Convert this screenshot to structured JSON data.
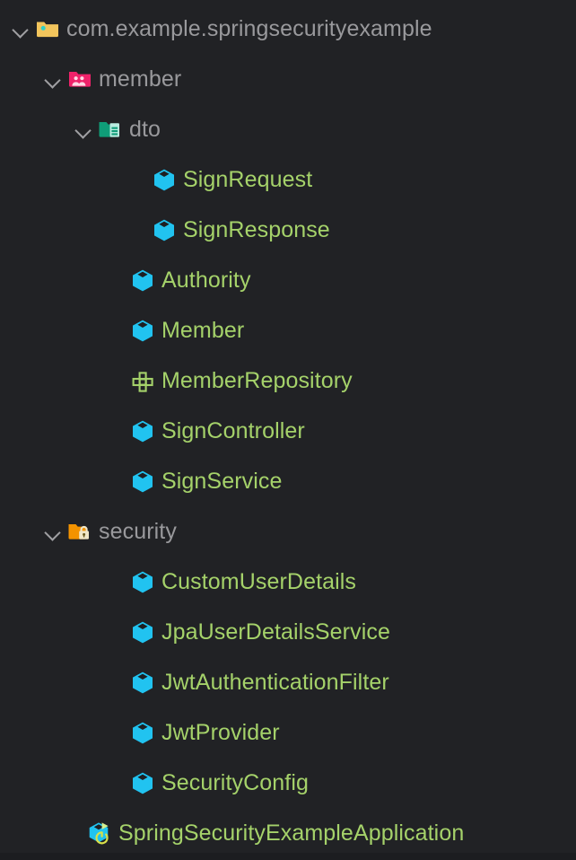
{
  "theme": {
    "background": "#212225",
    "folder_text": "#99999c",
    "java_text": "#a5d26a",
    "chevron": "#a0a0a3",
    "package_folder": "#f2c55c",
    "member_folder": "#f0226a",
    "dto_folder": "#0f9d78",
    "security_folder": "#f39300",
    "class_cube": "#21c3f0",
    "interface_icon": "#a5d26a"
  },
  "tree": {
    "items": [
      {
        "id": "package-root",
        "label": "com.example.springsecurityexample",
        "kind": "folder",
        "icon": "package-folder-icon",
        "depth": 0,
        "expanded": true,
        "twisty": "chevron-down-icon"
      },
      {
        "id": "folder-member",
        "label": "member",
        "kind": "folder",
        "icon": "member-folder-icon",
        "depth": 1,
        "expanded": true,
        "twisty": "chevron-down-icon"
      },
      {
        "id": "folder-dto",
        "label": "dto",
        "kind": "folder",
        "icon": "dto-folder-icon",
        "depth": 2,
        "expanded": true,
        "twisty": "chevron-down-icon"
      },
      {
        "id": "class-signrequest",
        "label": "SignRequest",
        "kind": "class",
        "icon": "java-class-icon",
        "depth": 4,
        "expanded": false,
        "twisty": "none"
      },
      {
        "id": "class-signresponse",
        "label": "SignResponse",
        "kind": "class",
        "icon": "java-class-icon",
        "depth": 4,
        "expanded": false,
        "twisty": "none"
      },
      {
        "id": "class-authority",
        "label": "Authority",
        "kind": "class",
        "icon": "java-class-icon",
        "depth": 3,
        "expanded": false,
        "twisty": "none"
      },
      {
        "id": "class-member",
        "label": "Member",
        "kind": "class",
        "icon": "java-class-icon",
        "depth": 3,
        "expanded": false,
        "twisty": "none"
      },
      {
        "id": "interface-memberrepository",
        "label": "MemberRepository",
        "kind": "interface",
        "icon": "java-interface-icon",
        "depth": 3,
        "expanded": false,
        "twisty": "none"
      },
      {
        "id": "class-signcontroller",
        "label": "SignController",
        "kind": "class",
        "icon": "java-class-icon",
        "depth": 3,
        "expanded": false,
        "twisty": "none"
      },
      {
        "id": "class-signservice",
        "label": "SignService",
        "kind": "class",
        "icon": "java-class-icon",
        "depth": 3,
        "expanded": false,
        "twisty": "none"
      },
      {
        "id": "folder-security",
        "label": "security",
        "kind": "folder",
        "icon": "security-folder-icon",
        "depth": 1,
        "expanded": true,
        "twisty": "chevron-down-icon"
      },
      {
        "id": "class-customuserdetails",
        "label": "CustomUserDetails",
        "kind": "class",
        "icon": "java-class-icon",
        "depth": 3,
        "expanded": false,
        "twisty": "none"
      },
      {
        "id": "class-jpauserdetailsservice",
        "label": "JpaUserDetailsService",
        "kind": "class",
        "icon": "java-class-icon",
        "depth": 3,
        "expanded": false,
        "twisty": "none"
      },
      {
        "id": "class-jwtauthenticationfilter",
        "label": "JwtAuthenticationFilter",
        "kind": "class",
        "icon": "java-class-icon",
        "depth": 3,
        "expanded": false,
        "twisty": "none"
      },
      {
        "id": "class-jwtprovider",
        "label": "JwtProvider",
        "kind": "class",
        "icon": "java-class-icon",
        "depth": 3,
        "expanded": false,
        "twisty": "none"
      },
      {
        "id": "class-securityconfig",
        "label": "SecurityConfig",
        "kind": "class",
        "icon": "java-class-icon",
        "depth": 3,
        "expanded": false,
        "twisty": "none"
      },
      {
        "id": "class-springsecurityexampleapplication",
        "label": "SpringSecurityExampleApplication",
        "kind": "spring-boot-application",
        "icon": "spring-boot-run-class-icon",
        "depth": 1,
        "expanded": false,
        "twisty": "none"
      }
    ]
  }
}
